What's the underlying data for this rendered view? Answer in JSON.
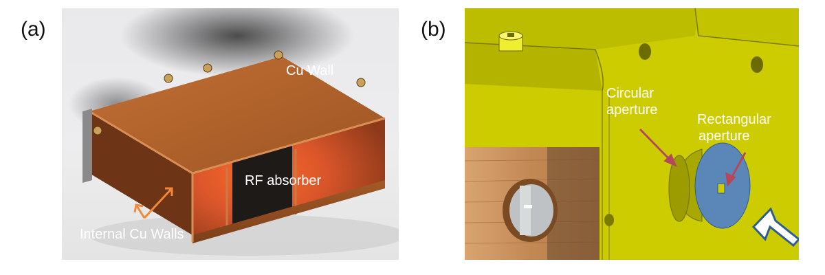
{
  "panels": {
    "a": {
      "label": "(a)",
      "annotations": {
        "cu_wall": "Cu Wall",
        "rf_absorber": "RF absorber",
        "internal_cu_walls": "Internal Cu Walls"
      }
    },
    "b": {
      "label": "(b)",
      "annotations": {
        "circular_line1": "Circular",
        "circular_line2": "aperture",
        "rectangular_line1": "Rectangular",
        "rectangular_line2": "aperture"
      }
    }
  },
  "colors": {
    "copper": "#b5652a",
    "cad_yellow": "#cccc00",
    "aperture_blue": "#5b86b8",
    "arrow_orange": "#f08a3a",
    "arrow_red": "#b5475a",
    "input_arrow": "#2e5d91"
  }
}
